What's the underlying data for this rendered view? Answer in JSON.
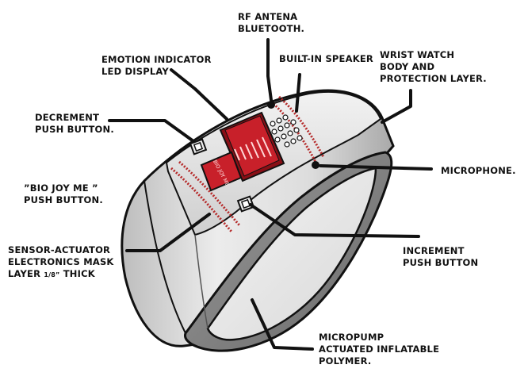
{
  "diagram": {
    "labels": {
      "rf_antenna": [
        "RF ANTENA",
        "BLUETOOTH."
      ],
      "emotion_indicator": [
        "EMOTION INDICATOR",
        "LED DISPLAY"
      ],
      "built_in_speaker": [
        "BUILT-IN SPEAKER"
      ],
      "wrist_watch": [
        "WRIST WATCH",
        "BODY AND",
        "PROTECTION LAYER."
      ],
      "decrement": [
        "DECREMENT",
        "PUSH BUTTON."
      ],
      "microphone": [
        "MICROPHONE."
      ],
      "bio_joy_me": [
        "”BIO JOY ME ”",
        "PUSH BUTTON."
      ],
      "sensor_actuator": [
        "SENSOR-ACTUATOR",
        "ELECTRONICS MASK",
        "LAYER"
      ],
      "sensor_actuator_fraction": "1/8”",
      "sensor_actuator_thick": "THICK",
      "increment": [
        "INCREMENT",
        "PUSH BUTTON"
      ],
      "micropump": [
        "MICROPUMP",
        "ACTUATED INFLATABLE",
        "POLYMER."
      ]
    },
    "button_text": "BIO JOY ME",
    "colors": {
      "outline": "#111111",
      "band_light": "#e6e6e6",
      "band_mid": "#cfcfcf",
      "rim_dark": "#7a7a7a",
      "led_red": "#c8202a",
      "led_dark": "#8a0f16",
      "sensor_red": "#b52a2a"
    }
  }
}
